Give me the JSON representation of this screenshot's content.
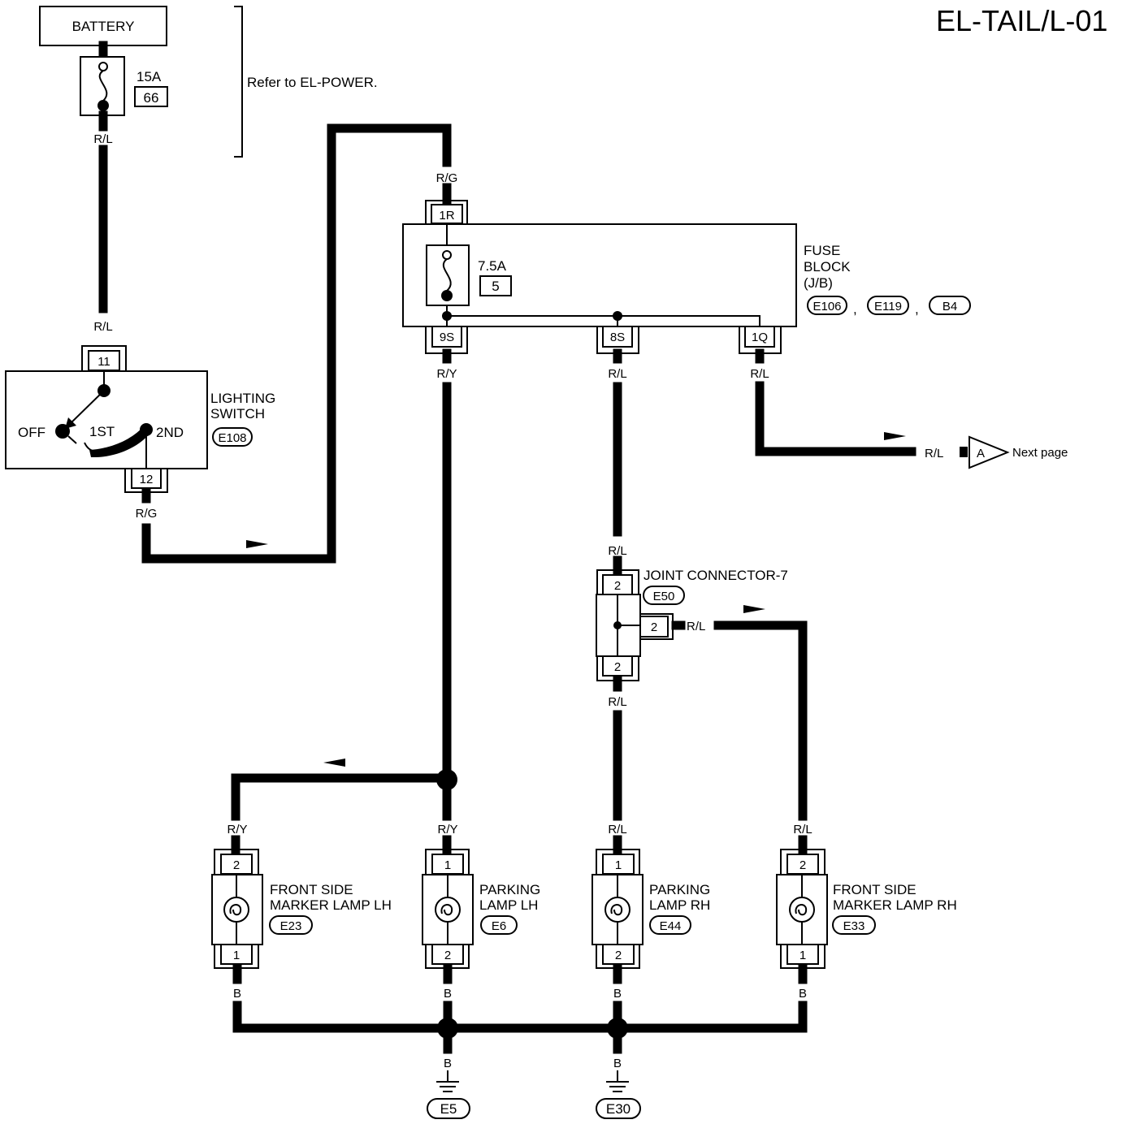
{
  "title": "EL-TAIL/L-01",
  "battery": {
    "label": "BATTERY"
  },
  "fuse_main": {
    "rating": "15A",
    "number": "66"
  },
  "power_ref": "Refer to EL-POWER.",
  "lighting_switch": {
    "name_line1": "LIGHTING",
    "name_line2": "SWITCH",
    "connector": "E108",
    "pos_off": "OFF",
    "pos_1st": "1ST",
    "pos_2nd": "2ND",
    "pin_in": "11",
    "pin_out": "12"
  },
  "fuse_block": {
    "name_line1": "FUSE",
    "name_line2": "BLOCK",
    "name_line3": "(J/B)",
    "connectors": [
      "E106",
      "E119",
      "B4"
    ],
    "fuse_rating": "7.5A",
    "fuse_number": "5",
    "pin_in": "1R",
    "pins_out": [
      "9S",
      "8S",
      "1Q"
    ]
  },
  "joint_connector": {
    "name": "JOINT CONNECTOR-7",
    "connector": "E50",
    "pin_top": "2",
    "pin_side": "2",
    "pin_bottom": "2"
  },
  "offpage": {
    "wire": "R/L",
    "letter": "A",
    "text": "Next page"
  },
  "wires": {
    "rl": "R/L",
    "rg": "R/G",
    "ry": "R/Y",
    "b": "B"
  },
  "lamps": [
    {
      "line1": "FRONT SIDE",
      "line2": "MARKER LAMP LH",
      "connector": "E23",
      "pin_top": "2",
      "pin_bottom": "1"
    },
    {
      "line1": "PARKING",
      "line2": "LAMP LH",
      "connector": "E6",
      "pin_top": "1",
      "pin_bottom": "2"
    },
    {
      "line1": "PARKING",
      "line2": "LAMP RH",
      "connector": "E44",
      "pin_top": "1",
      "pin_bottom": "2"
    },
    {
      "line1": "FRONT SIDE",
      "line2": "MARKER LAMP RH",
      "connector": "E33",
      "pin_top": "2",
      "pin_bottom": "1"
    }
  ],
  "grounds": [
    "E5",
    "E30"
  ]
}
